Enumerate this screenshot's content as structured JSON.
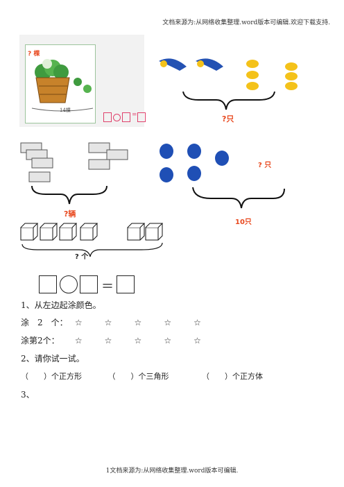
{
  "header": "文档来源为:从网络收集整理.word版本可编辑.欢迎下载支持.",
  "footer": "1文档来源为:从网络收集整理.word版本可编辑.",
  "figures": {
    "cabbage": {
      "top_label": "? 棵",
      "bottom_label": "14棵"
    },
    "birds": {
      "label": "?只"
    },
    "ambulances": {
      "label": "?辆"
    },
    "balloons": {
      "side_label": "? 只",
      "total_label": "10只"
    },
    "cubes": {
      "label": "? 个"
    },
    "equation": {
      "equals": "＝"
    }
  },
  "q1": {
    "title": "1、从左边起涂颜色。",
    "rows": [
      {
        "label": "涂　2　个：",
        "stars": [
          "☆",
          "☆",
          "☆",
          "☆",
          "☆"
        ]
      },
      {
        "label": "涂第2个：",
        "stars": [
          "☆",
          "☆",
          "☆",
          "☆",
          "☆"
        ]
      }
    ]
  },
  "q2": {
    "title": "2、请你试一试。",
    "items": [
      "（　　）个正方形",
      "（　　）个三角形",
      "（　　）个正方体"
    ]
  },
  "q3": {
    "title": "3、"
  },
  "colors": {
    "accent_red": "#e8481e",
    "bird_blue": "#2452b3",
    "balloon_blue": "#1f4fb5",
    "bird_yellow": "#f4c21a"
  }
}
